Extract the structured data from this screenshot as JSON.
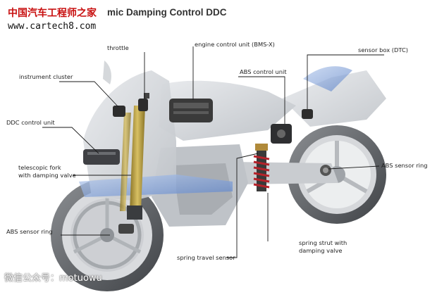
{
  "title": "mic Damping Control DDC",
  "watermark": {
    "site_cn": "中国汽车工程师之家",
    "url": "www.cartech8.com",
    "wechat": "微信公众号：motuowu"
  },
  "labels": {
    "throttle": "throttle",
    "engine_control_unit": "engine control unit (BMS-X)",
    "sensor_box": "sensor box (DTC)",
    "instrument_cluster": "instrument cluster",
    "abs_control_unit": "ABS control unit",
    "ddc_control_unit": "DDC control unit",
    "telescopic_fork_1": "telescopic fork",
    "telescopic_fork_2": "with damping valve",
    "abs_ring_rear": "ABS sensor ring",
    "abs_ring_front": "ABS sensor ring",
    "spring_strut_1": "spring strut with",
    "spring_strut_2": "damping valve",
    "spring_travel_sensor": "spring travel sensor"
  },
  "colors": {
    "accent_blue": "#6f97d8",
    "fork_gold": "#b59a3c",
    "spring_red": "#b5222a",
    "component_dark": "#2d2d2d",
    "leader": "#1a1a1a"
  }
}
